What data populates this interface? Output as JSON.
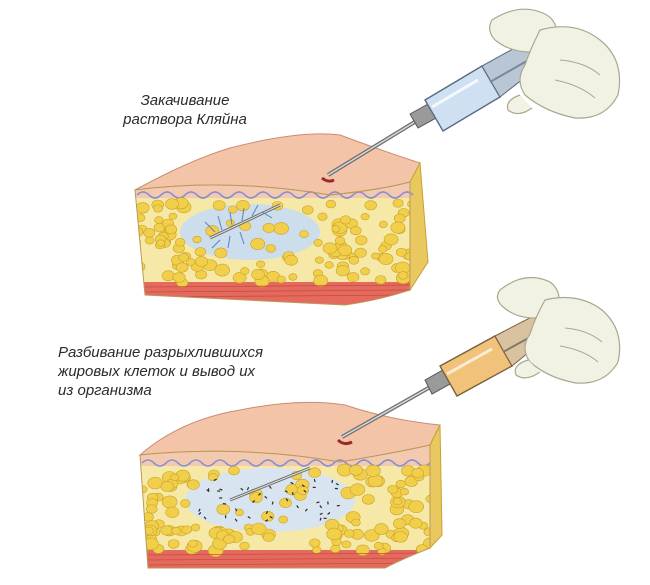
{
  "captions": {
    "top": {
      "line1": "Закачивание",
      "line2": "раствора Кляйна"
    },
    "bottom": {
      "line1": "Разбивание разрыхлившихся",
      "line2": "жировых клеток и вывод их",
      "line3": "из организма"
    }
  },
  "colors": {
    "skin_top": "#f4c4a8",
    "skin_side": "#efb9a0",
    "dermis_wave": "#8c8fd0",
    "fat_bg": "#f6e9a8",
    "fat_cell": "#f1cf4a",
    "fat_cell_edge": "#c9a22a",
    "muscle": "#e46a5e",
    "solution_blue": "#b8d0ee",
    "syringe_fluid_top": "#cfe0f2",
    "syringe_fluid_bottom": "#f1c27a",
    "glove": "#f2f2e4"
  },
  "icons": {
    "top_syringe": "syringe-icon",
    "bottom_syringe": "syringe-icon",
    "hands": "gloved-hand-icon"
  }
}
